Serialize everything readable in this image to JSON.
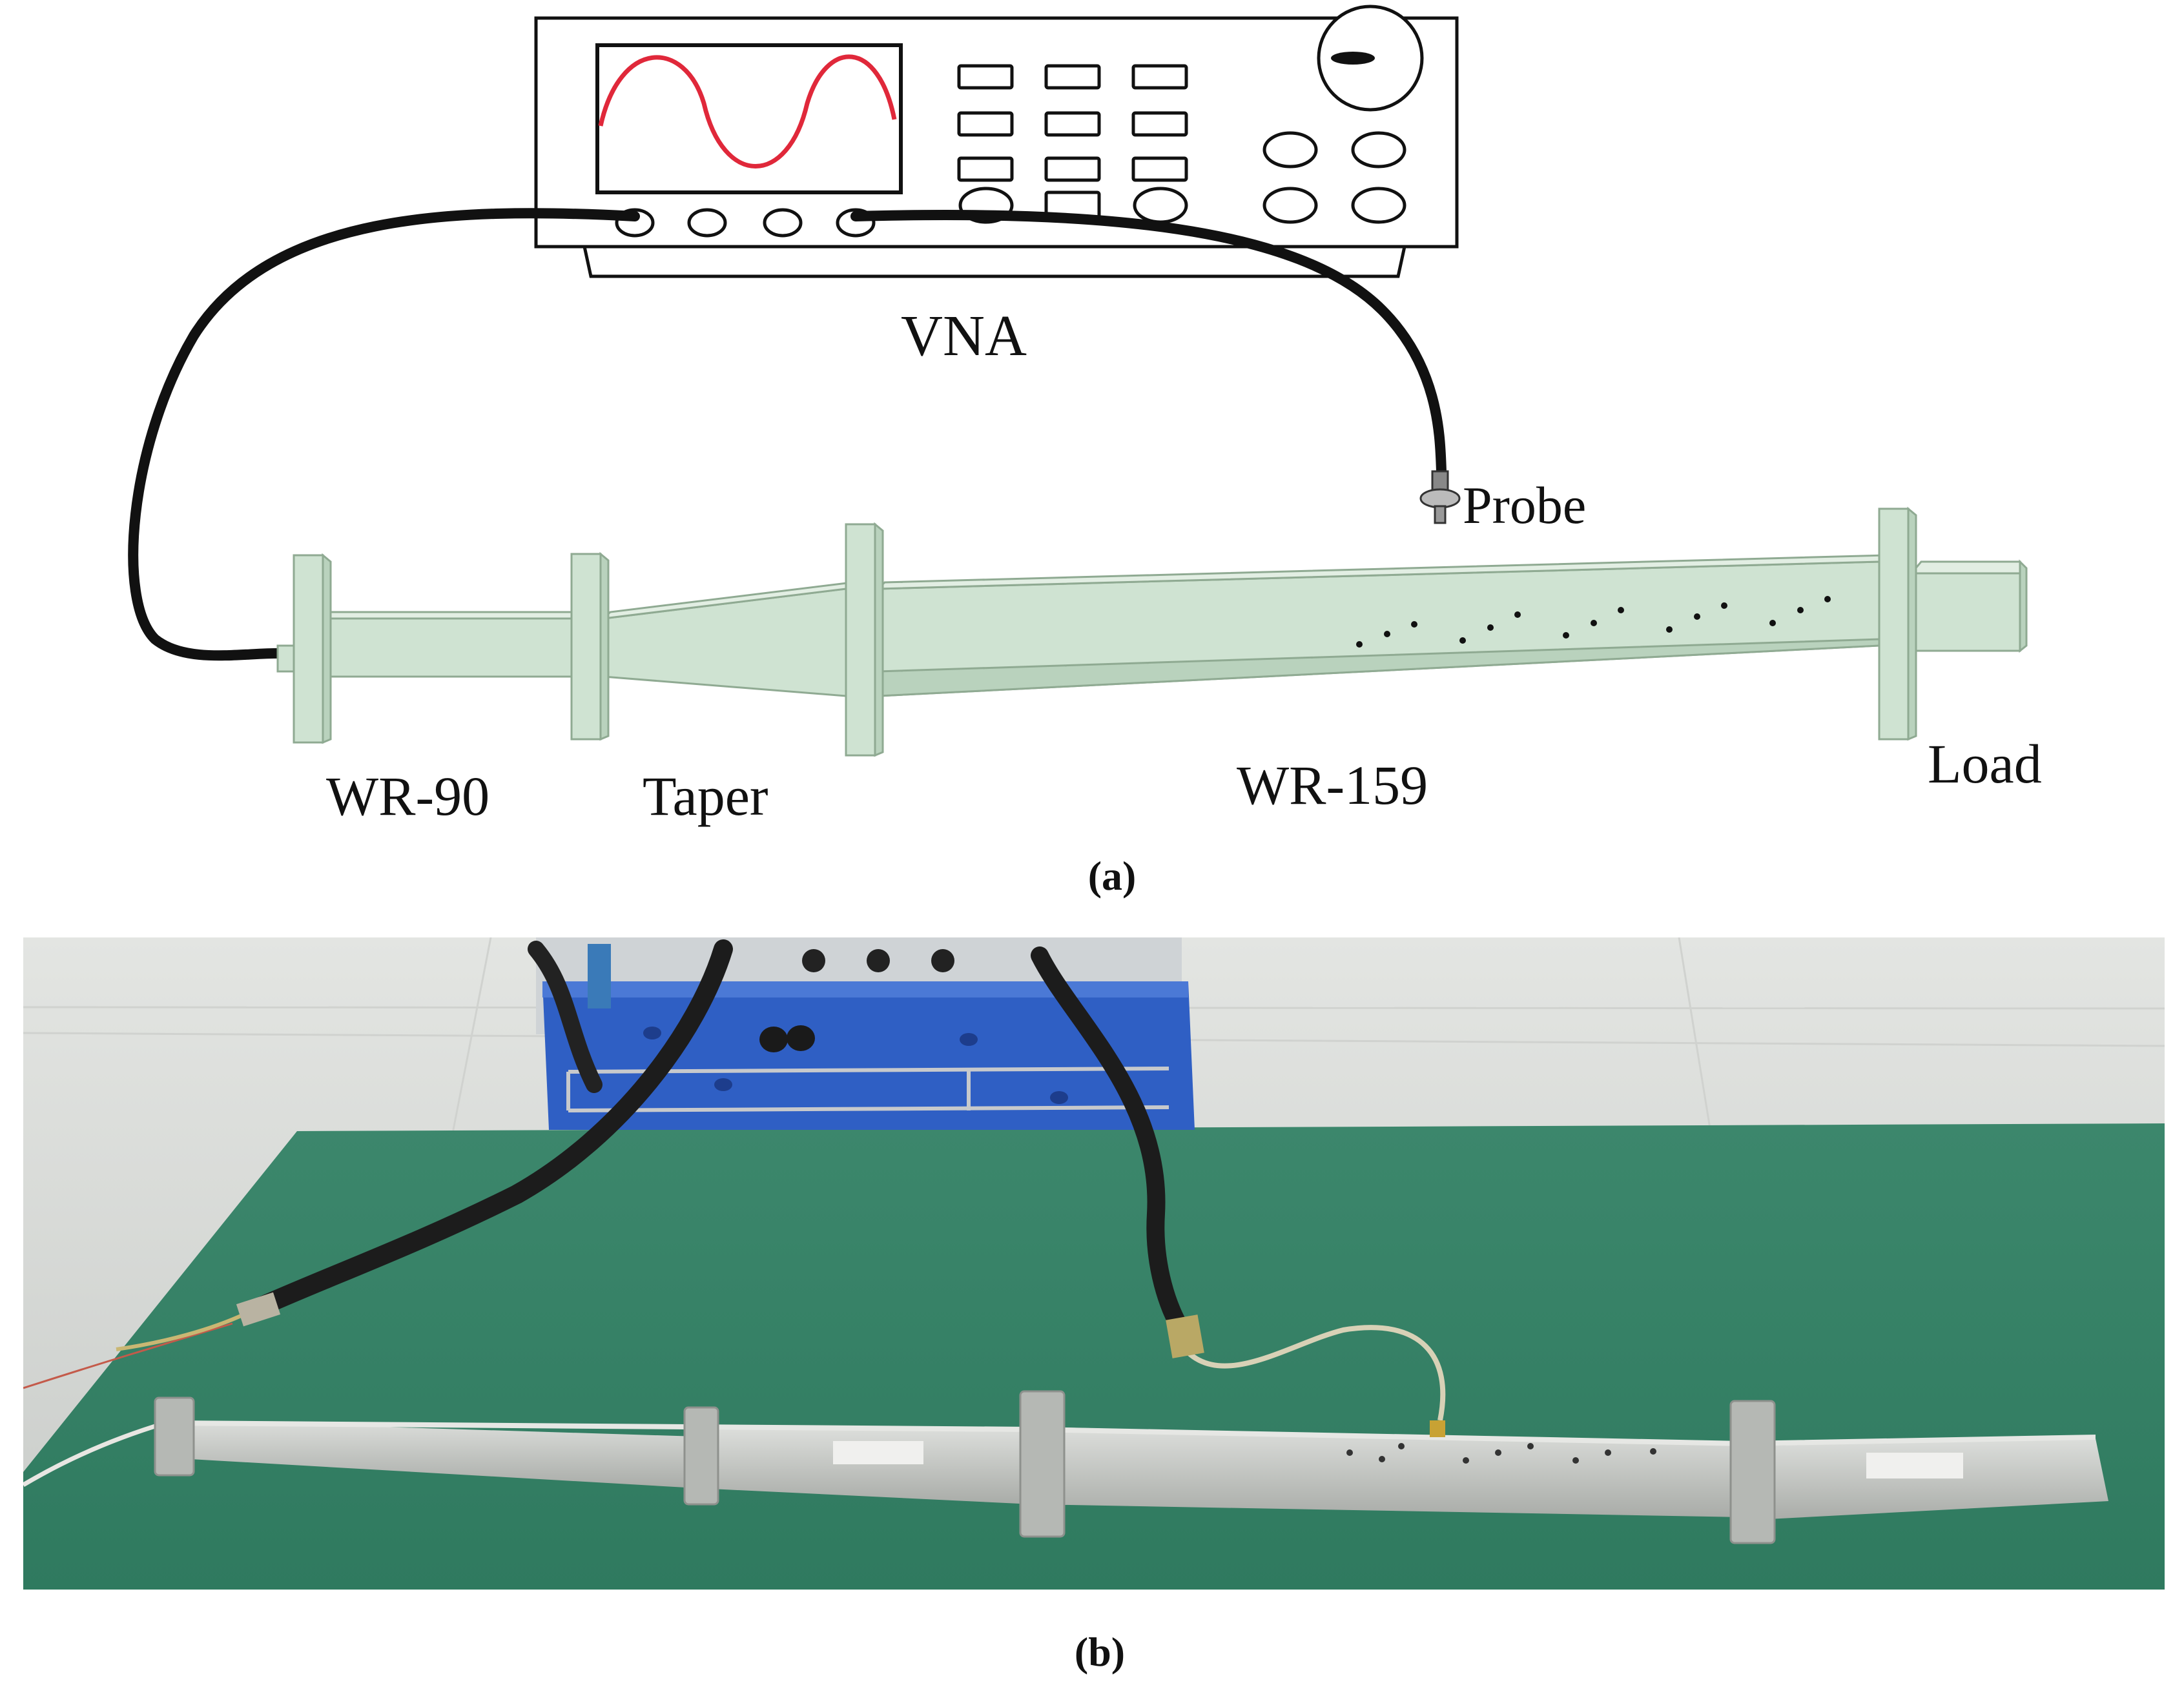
{
  "panel_a": {
    "instrument_label": "VNA",
    "probe_label": "Probe",
    "waveguide_labels": {
      "wr90": "WR-90",
      "taper": "Taper",
      "wr159": "WR-159",
      "load": "Load"
    },
    "caption": "(a)"
  },
  "panel_b": {
    "caption": "(b)"
  },
  "colors": {
    "waveguide_fill": "#cfe3d2",
    "waveguide_stroke": "#8faa92",
    "cable": "#111111",
    "screen_wave": "#e0283a",
    "mat_green": "#3f8f72",
    "floor": "#d7d9d6",
    "stand_blue": "#2f5fc4",
    "photo_waveguide": "#c9ccc8"
  }
}
